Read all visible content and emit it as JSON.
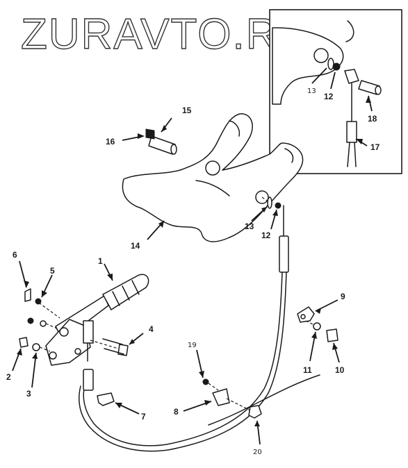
{
  "watermark": "ZURAVTO.RU",
  "callouts": {
    "c1": "1",
    "c2": "2",
    "c3": "3",
    "c4": "4",
    "c5": "5",
    "c6": "6",
    "c7": "7",
    "c8": "8",
    "c9": "9",
    "c10": "10",
    "c11": "11",
    "c12": "12",
    "c13": "13",
    "c14": "14",
    "c15": "15",
    "c16": "16",
    "c17": "17",
    "c18": "18",
    "c19": "19",
    "c20": "20",
    "inset_c12": "12",
    "inset_c13": "13"
  }
}
